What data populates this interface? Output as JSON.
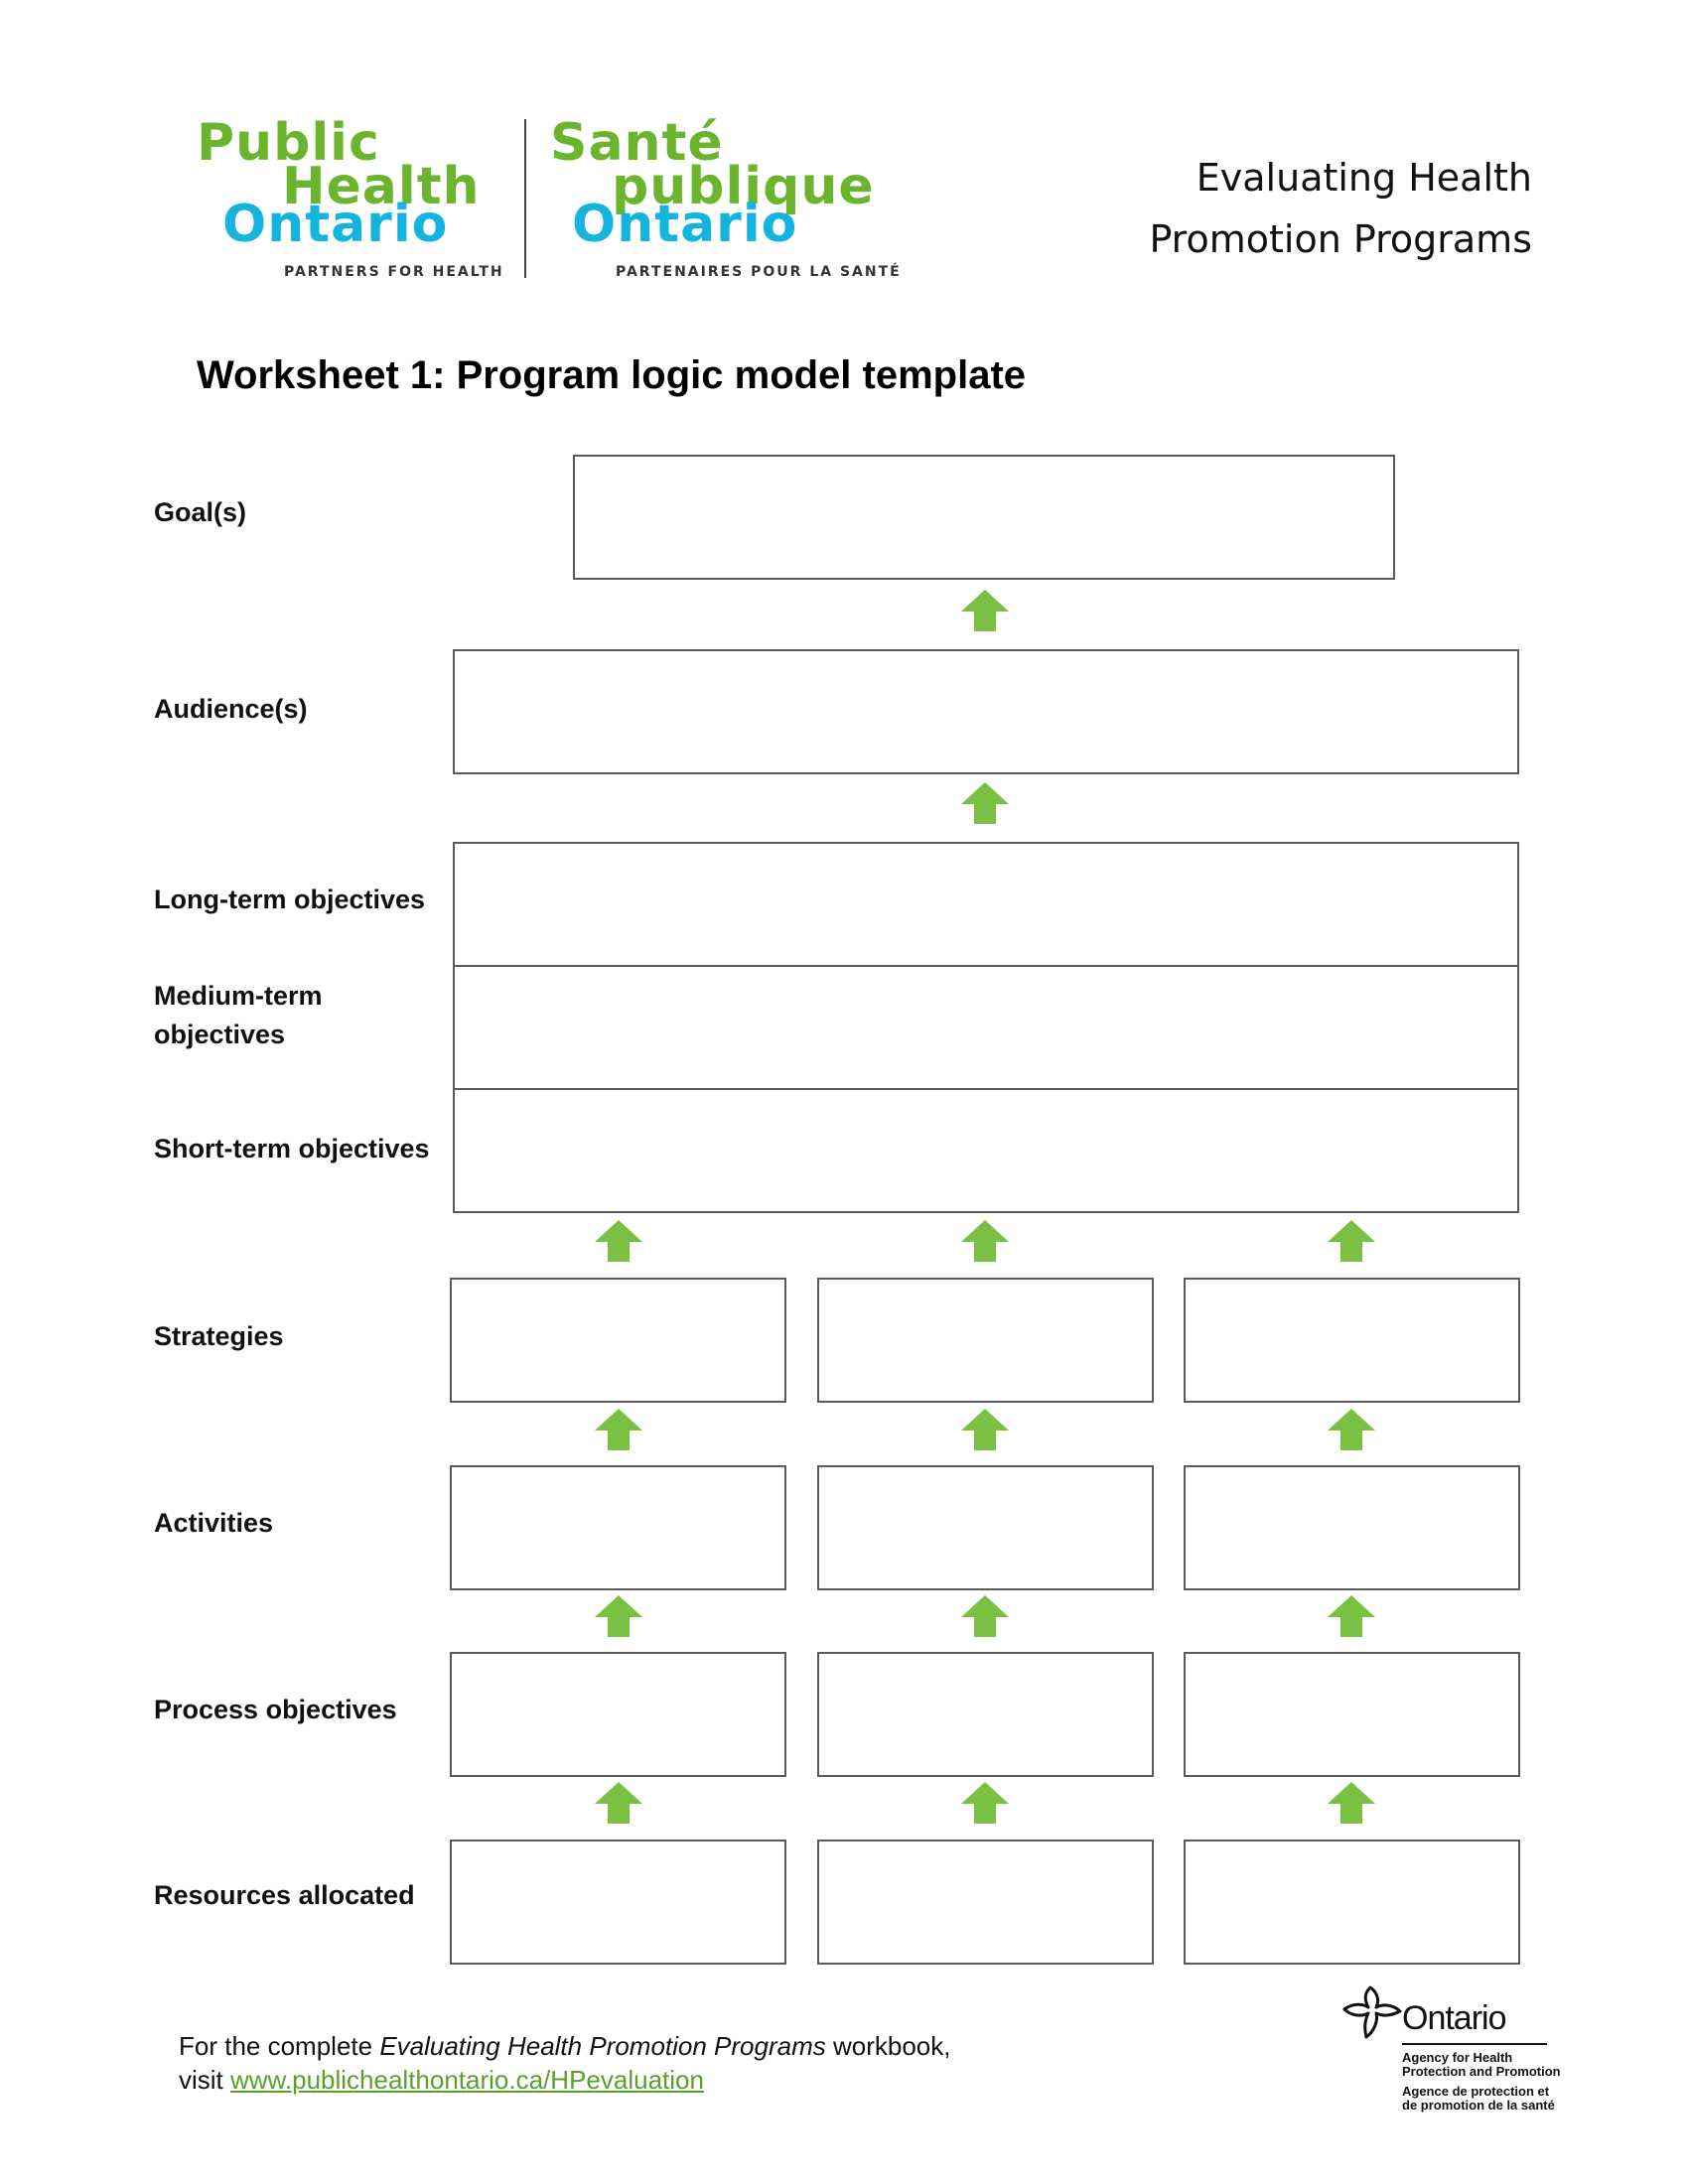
{
  "header": {
    "logo_en": {
      "line1": "Public",
      "line2": "Health",
      "line3": "Ontario",
      "tagline": "PARTNERS FOR HEALTH"
    },
    "logo_fr": {
      "line1": "Santé",
      "line2": "publique",
      "line3": "Ontario",
      "tagline": "PARTENAIRES POUR LA SANTÉ"
    },
    "title_line1": "Evaluating Health",
    "title_line2": "Promotion Programs",
    "colors": {
      "green": "#6bb52e",
      "blue": "#13b4dd",
      "arrow": "#7ac143",
      "link": "#5a9f2a"
    }
  },
  "worksheet": {
    "title": "Worksheet 1: Program logic model template",
    "labels": {
      "goals": "Goal(s)",
      "audiences": "Audience(s)",
      "long_term": "Long-term objectives",
      "medium_term_1": "Medium-term",
      "medium_term_2": "objectives",
      "short_term": "Short-term objectives",
      "strategies": "Strategies",
      "activities": "Activities",
      "process": "Process objectives",
      "resources": "Resources allocated"
    }
  },
  "footer": {
    "prefix": "For the complete ",
    "book": "Evaluating Health Promotion Programs",
    "suffix": " workbook,",
    "visit": "visit ",
    "url": "www.publichealthontario.ca/HPevaluation"
  },
  "ontario_logo": {
    "word": "Ontario",
    "en1": "Agency for Health",
    "en2": "Protection and Promotion",
    "fr1": "Agence de protection et",
    "fr2": "de promotion de la santé",
    "icon": "trillium-icon"
  }
}
